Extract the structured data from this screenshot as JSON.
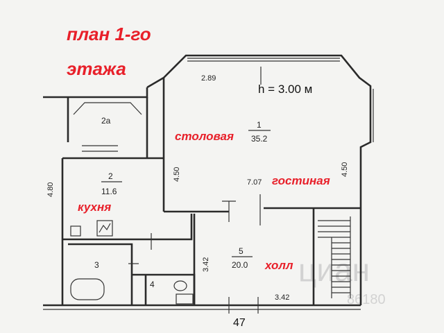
{
  "title_line1": "план 1-го",
  "title_line2": "этажа",
  "ceiling_height": "h = 3.00 м",
  "rooms": [
    {
      "number": "1",
      "area": "35.2",
      "label": "столовая"
    },
    {
      "number": "2",
      "area": "11.6",
      "label": "кухня"
    },
    {
      "number": "2а",
      "area": "",
      "label": ""
    },
    {
      "number": "3",
      "area": "",
      "label": ""
    },
    {
      "number": "4",
      "area": "",
      "label": ""
    },
    {
      "number": "5",
      "area": "20.0",
      "label": "холл"
    }
  ],
  "extra_labels": {
    "living": "гостиная"
  },
  "dimensions": {
    "top": "2.89",
    "left_room1": "4.50",
    "right_room1": "4.50",
    "room1_width": "7.07",
    "hall_left": "3.42",
    "hall_bottom": "3.42",
    "left_partial": "4.80"
  },
  "bottom_number": "47",
  "watermark": "циан",
  "watermark_digits": "86180",
  "colors": {
    "accent": "#e8202a",
    "wall": "#2a2a2a"
  }
}
